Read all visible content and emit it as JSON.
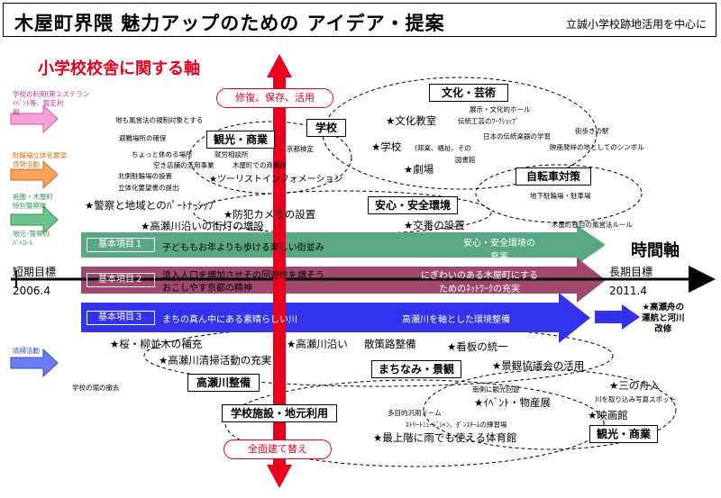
{
  "header": {
    "title": "木屋町界隈 魅力アップのための アイデア・提案",
    "subtitle": "立誠小学校跡地活用を中心に"
  },
  "vertical_axis": {
    "title": "小学校校舎に関する軸",
    "top_pill": "修復、保存、活用",
    "bottom_pill": "全面建て替え"
  },
  "time_axis": {
    "label": "時間軸",
    "short_goal": "短期目標",
    "short_year": "2006.4",
    "long_goal": "長期目標",
    "long_year": "2011.4"
  },
  "left_activities": {
    "a1_line1": "学校の利用(第２ステラン",
    "a1_line2": "ｲﾍﾞﾝﾄ等、暫定利",
    "a1_line3": "用",
    "a2_line1": "駐輪場立体化要望",
    "a2_line2": "啓発活動",
    "a3_line1": "祇園・木屋町",
    "a3_line2": "特別警察隊",
    "a3_line3": "地元･警察の",
    "a3_line4": "ﾊﾟﾄﾛｰﾙ",
    "a4": "清掃活動"
  },
  "category_boxes": {
    "culture": "文化・芸術",
    "school": "学校",
    "tourism_top": "観光・商業",
    "bicycle": "自転車対策",
    "safety": "安心・安全環境",
    "townscape": "まちなみ・景観",
    "river": "高瀬川整備",
    "school_facilities": "学校施設・地元利用",
    "tourism_bottom": "観光・商業"
  },
  "bands": {
    "b1_label": "基本項目１",
    "b1_text": "子どももお年よりも歩ける楽しい街並み",
    "b1_right1": "安心・安全環境の",
    "b1_right2": "充実",
    "b2_label": "基本項目２",
    "b2_text1": "流入人口を増加させその回遊性を増そう",
    "b2_text2": "おこしやす京都の精神",
    "b2_right1": "にぎわいのある木屋町にする",
    "b2_right2": "ためのﾈｯﾄﾜｰｸの充実",
    "b3_label": "基本項目３",
    "b3_text": "まちの真ん中にある素晴らしい川",
    "b3_right": "高瀬川を軸とした環境整備",
    "extra1": "★高瀬舟の",
    "extra2": "運航と河川",
    "extra3": "改修"
  },
  "items": {
    "t_landscape_rule": "地も風営法の規制対象とする",
    "t_shelter": "避難場所の確保",
    "t_rest": "ちょっと休める場所",
    "t_job": "就労相談所",
    "t_vacant": "空き店舗の活用事業",
    "t_kiyamachi": "木屋町での商業用",
    "t_kyoto_exam": "京都検定",
    "t_north_bike": "北側駐輪場の設置",
    "t_bike_request": "立体化要望書の提出",
    "s_tourist_info": "★ツーリストインフォメーション",
    "s_culture_class": "★文化教室",
    "t_traditional": "伝統工芸のﾜｰｸｼｮｯﾌﾟ",
    "t_exhibition": "展示・文化的ホール",
    "t_japan_trad": "日本の伝統楽器の学習",
    "s_school": "★学校",
    "t_school_types": "(邦楽、福祉、その",
    "t_library": "図書館",
    "s_theater": "★劇場",
    "t_walk_station": "街歩きの駅",
    "t_movie_symbol": "映画発祥の地としてのシンボル",
    "t_underground_bike": "地下駐輪場・駐車場",
    "t_kiyamachi_rule": "木屋町独自の風営法ルール",
    "s_police_partner": "★警察と地域とのﾊﾟｰﾄﾅｰｼｯﾌﾟ",
    "s_camera": "★防犯カメラの設置",
    "s_streetlight": "★高瀬川沿いの街灯の増設",
    "s_koban": "★交番の設置",
    "s_willow": "★桜・柳並木の補充",
    "s_riverside": "★高瀬川沿い",
    "t_walk_path": "散策路整備",
    "s_signboard": "★看板の統一",
    "s_cleaning": "★高瀬川清掃活動の充実",
    "s_landscape_council": "★景観協議会の活用",
    "t_moat": "学校の堀の撤去",
    "s_sannofune": "★三の舟入",
    "t_south_tourist": "南側に観光回遊",
    "s_event_products": "★ｲﾍﾞﾝﾄ・物産展",
    "t_river_photo": "川を取り込み写真スポット",
    "t_dome": "多目的汎用ドーム",
    "t_street_music": "ｽﾄﾘｰﾄﾐｭｰｼﾞｼｬﾝ、ﾀﾞﾝｽﾁｰﾑの練習場",
    "s_cinema": "★映画館",
    "s_rooftop": "★最上階に雨でも使える体育館"
  },
  "colors": {
    "red": "#e8001c",
    "band1": "#5aa882",
    "band2": "#a0486e",
    "band3": "#3333ee",
    "left_arrow_pink": "#f7a1d7",
    "left_arrow_orange": "#f9a35a",
    "left_arrow_green": "#6bc48a",
    "left_arrow_blue": "#6c7cf5"
  }
}
